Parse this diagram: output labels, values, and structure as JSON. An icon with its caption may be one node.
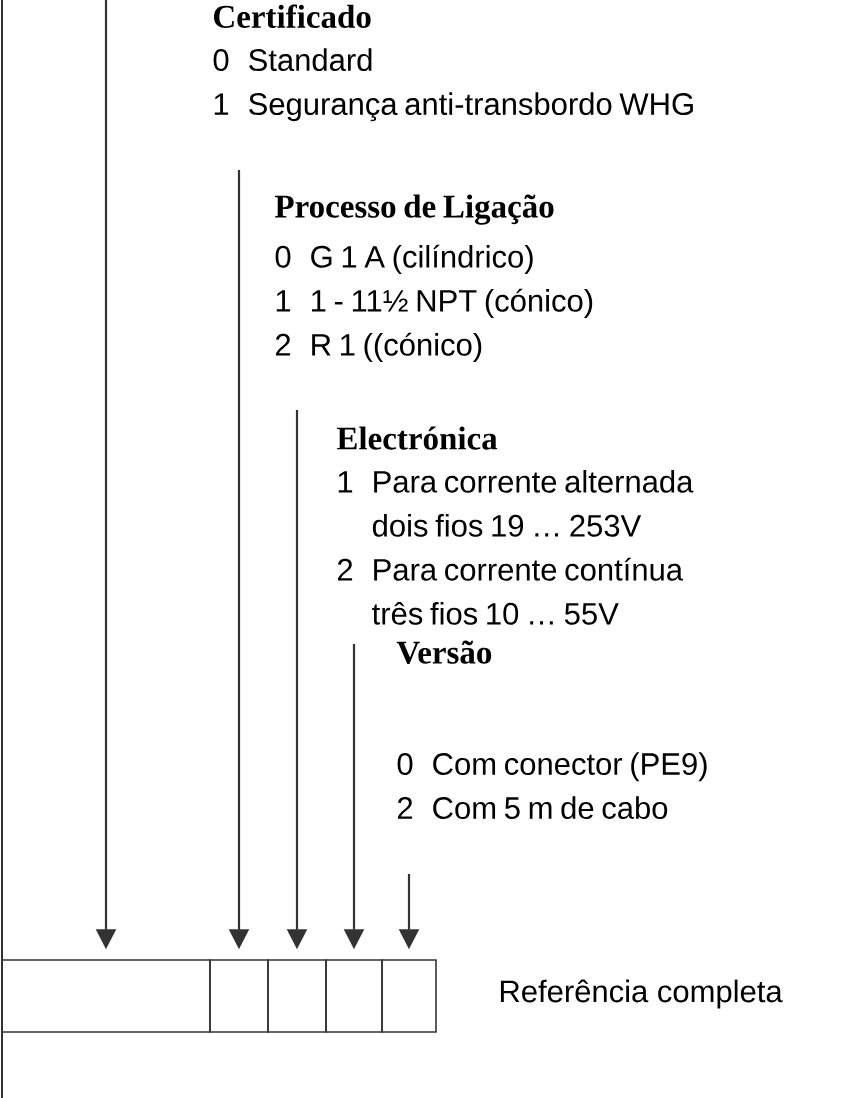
{
  "diagram": {
    "nodes": [
      {
        "text": [
          "Certificado",
          "0",
          "Standard",
          "1",
          "Segurança anti-transbordo WHG"
        ]
      },
      {
        "text": [
          "Processo de Ligação",
          "0",
          "G 1 A (cilíndrico)",
          "1",
          "1 - 11½ NPT (cónico)",
          "2",
          "R 1 ((cónico)"
        ]
      },
      {
        "text": [
          "Electrónica",
          "1",
          "Para corrente alternada dois fios 19 … 253V",
          "2",
          "Para corrente contínua três fios 10 … 55V"
        ]
      },
      {
        "text": [
          "Versão",
          "0",
          "Com conector (PE9)",
          "2",
          "Com 5 m de cabo"
        ]
      },
      {
        "text": [],
        "shape": "box"
      },
      {
        "text": [],
        "shape": "box"
      },
      {
        "text": [],
        "shape": "box"
      },
      {
        "text": [],
        "shape": "box"
      },
      {
        "text": [],
        "shape": "box"
      }
    ],
    "edges": [
      {
        "from": 0,
        "to": 4,
        "arrow": "to"
      },
      {
        "from": 1,
        "to": 5,
        "arrow": "to"
      },
      {
        "from": 2,
        "to": 6,
        "arrow": "to"
      },
      {
        "from": 3,
        "to": 7,
        "arrow": "to"
      },
      {
        "from": null,
        "to": 8,
        "arrow": "to"
      }
    ],
    "labels": [
      "Referência completa"
    ]
  }
}
